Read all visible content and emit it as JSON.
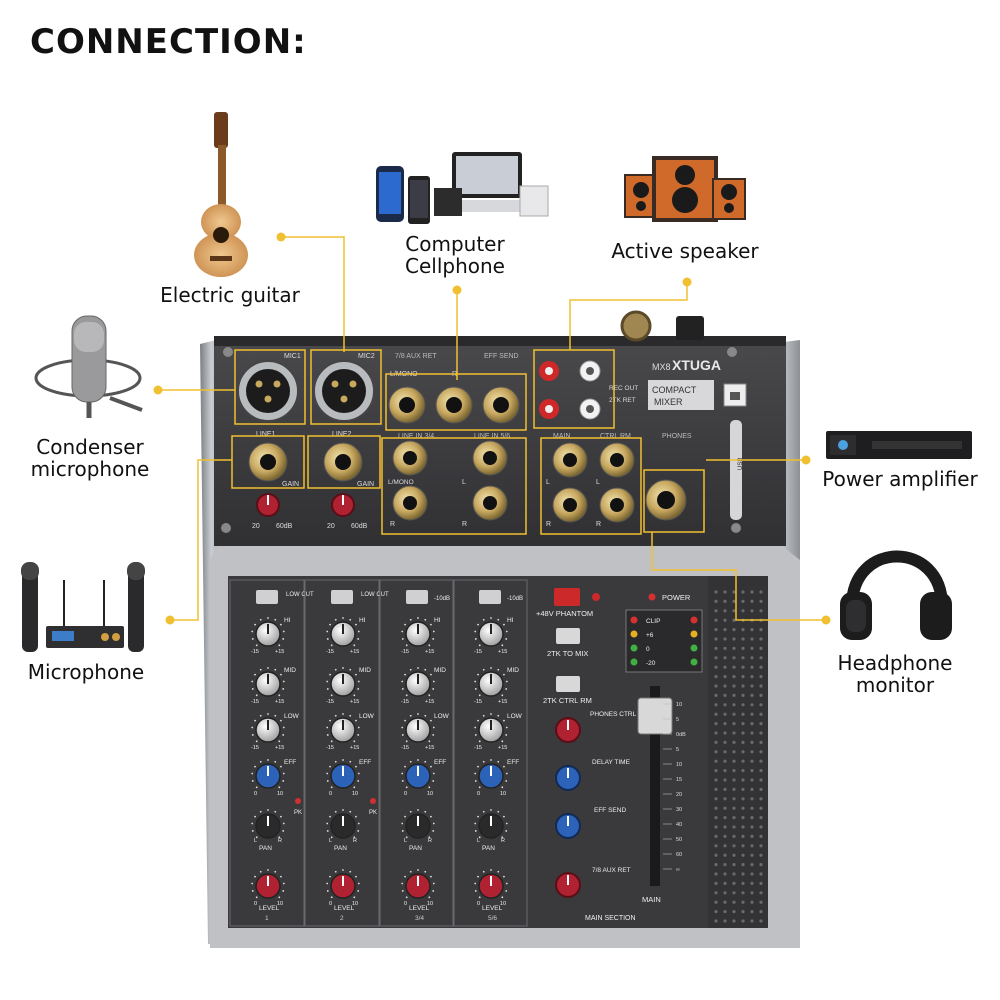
{
  "title": "CONNECTION:",
  "devices": {
    "guitar": "Electric guitar",
    "computer_line1": "Computer",
    "computer_line2": "Cellphone",
    "speaker": "Active speaker",
    "condenser_line1": "Condenser",
    "condenser_line2": "microphone",
    "power_amp": "Power amplifier",
    "microphone": "Microphone",
    "headphone_line1": "Headphone",
    "headphone_line2": "monitor"
  },
  "mixer": {
    "brand": "XTUGA",
    "model": "MX8",
    "badge_line1": "COMPACT",
    "badge_line2": "MIXER",
    "top": {
      "mic1": "MIC1",
      "mic2": "MIC2",
      "line1": "LINE1",
      "line2": "LINE2",
      "gain": "GAIN",
      "gain_min": "20",
      "gain_max": "60dB",
      "aux_ret": "7/8   AUX RET",
      "eff_send": "EFF SEND",
      "l_mono": "L/MONO",
      "r": "R",
      "l": "L",
      "line_in_34": "LINE IN 3/4",
      "line_in_56": "LINE IN 5/6",
      "main": "MAIN",
      "ctrl_rm": "CTRL RM",
      "phones": "PHONES",
      "rec_out": "REC OUT",
      "tk_ret": "2TK RET",
      "usb": "USB"
    },
    "channel": {
      "low_cut": "LOW CUT",
      "minus10": "-10dB",
      "hi": "HI",
      "mid": "MID",
      "low": "LOW",
      "eff": "EFF",
      "pan": "PAN",
      "level": "LEVEL",
      "pk": "PK",
      "eq_min": "-15",
      "eq_max": "+15",
      "zero": "0",
      "ten": "10",
      "lch": "L",
      "rch": "R",
      "numbers": [
        "1",
        "2",
        "3/4",
        "5/6"
      ]
    },
    "main": {
      "phantom": "+48V PHANTOM",
      "tk_to_mix": "2TK TO MIX",
      "tk_ctrl_rm": "2TK CTRL RM",
      "phones_ctrl_rm": "PHONES CTRL RM",
      "delay_time": "DELAY TIME",
      "eff_send": "EFF SEND",
      "aux_ret": "7/8 AUX RET",
      "power": "POWER",
      "section": "MAIN SECTION",
      "main": "MAIN",
      "meter": [
        "CLIP",
        "+6",
        "0",
        "-20"
      ],
      "scale": [
        "10",
        "5",
        "0dB",
        "5",
        "10",
        "15",
        "20",
        "30",
        "40",
        "50",
        "60",
        "∞"
      ]
    }
  },
  "colors": {
    "callout": "#f0c030",
    "panel": "#3a3a3c",
    "knob_red": "#b02232",
    "knob_blue": "#2c62b8"
  }
}
